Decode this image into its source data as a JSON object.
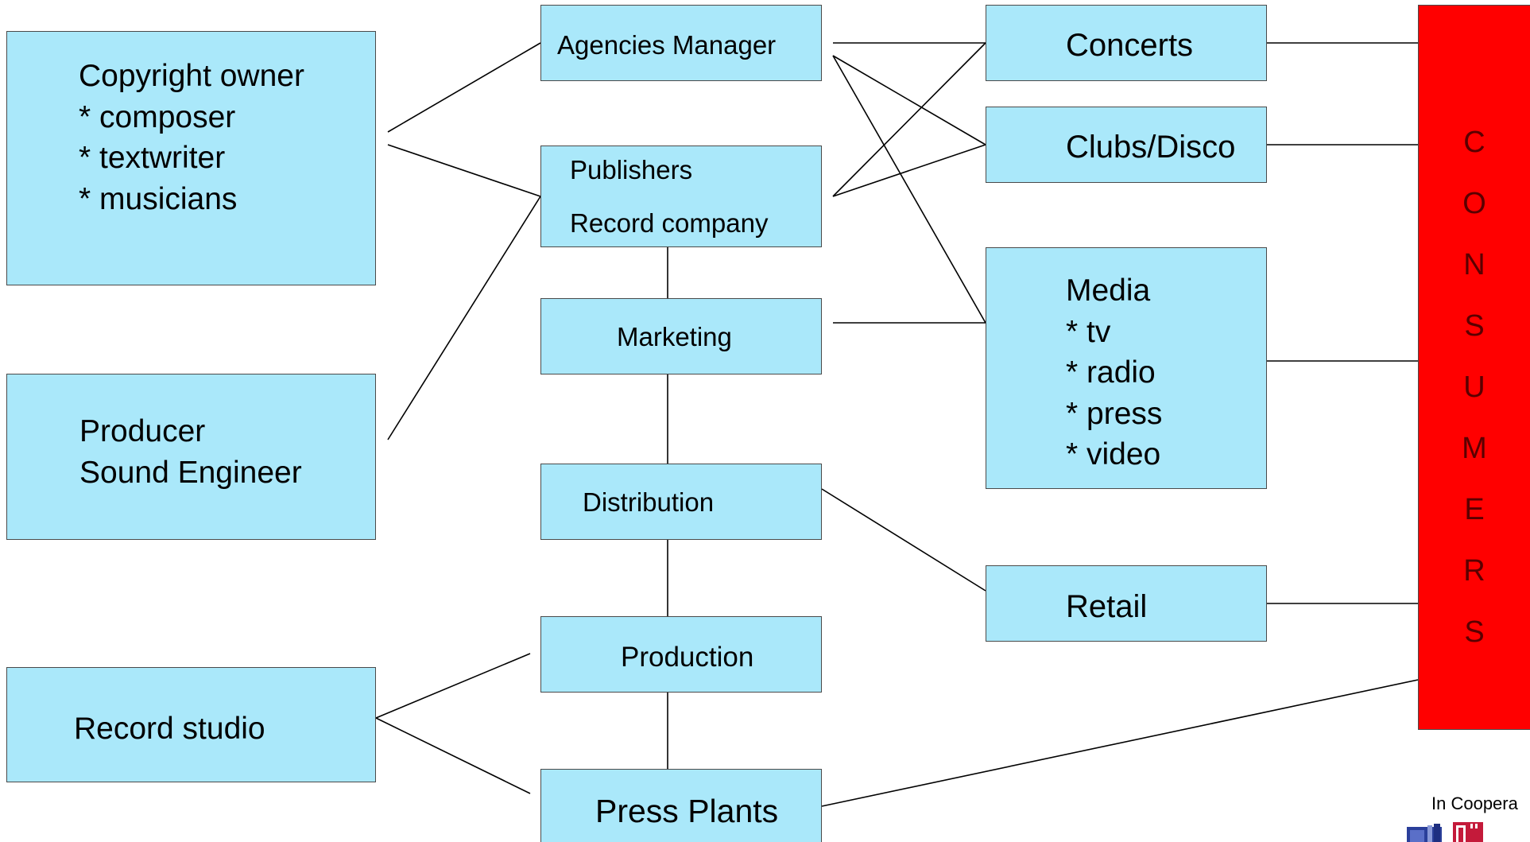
{
  "nodes": {
    "copyright": "Copyright owner\n* composer\n* textwriter\n* musicians",
    "producer": "Producer\nSound Engineer",
    "record_studio": "Record studio",
    "agencies_manager": "Agencies Manager",
    "publishers": "Publishers",
    "record_company": "Record company",
    "marketing": "Marketing",
    "distribution": "Distribution",
    "production": "Production",
    "press_plants": "Press Plants",
    "concerts": "Concerts",
    "clubs_disco": "Clubs/Disco",
    "media": "Media\n* tv\n* radio\n* press\n* video",
    "retail": "Retail"
  },
  "consumers": [
    "C",
    "O",
    "N",
    "S",
    "U",
    "M",
    "E",
    "R",
    "S"
  ],
  "footer": {
    "cooperation_text": "In Coopera"
  },
  "colors": {
    "box_fill": "#aae8fa",
    "consumers_fill": "#ff0000",
    "consumers_text": "#5a0000",
    "line": "#000000"
  }
}
